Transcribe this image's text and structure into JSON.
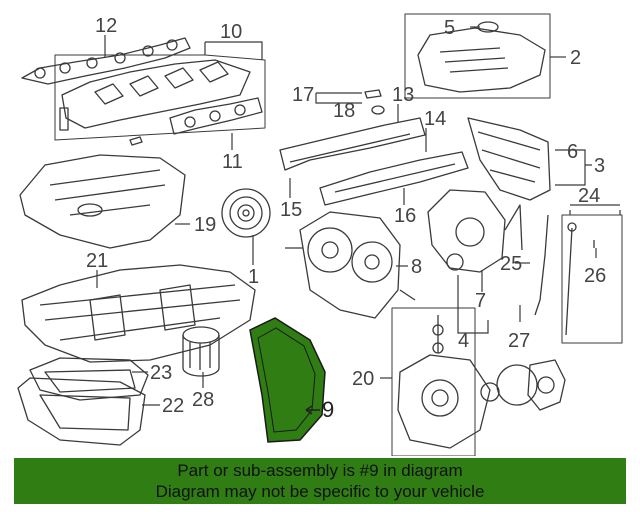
{
  "colors": {
    "line": "#3a3a3a",
    "highlight": "#2f7d13",
    "banner_bg": "#2f7d13",
    "banner_text": "#111111"
  },
  "callouts": [
    "12",
    "10",
    "5",
    "2",
    "17",
    "13",
    "18",
    "14",
    "6",
    "3",
    "11",
    "15",
    "16",
    "19",
    "1",
    "24",
    "25",
    "26",
    "21",
    "8",
    "7",
    "4",
    "27",
    "20",
    "23",
    "28",
    "9",
    "22"
  ],
  "banner": {
    "line1": "Part or sub-assembly is #9 in diagram",
    "line2": "Diagram may not be specific to your vehicle"
  }
}
